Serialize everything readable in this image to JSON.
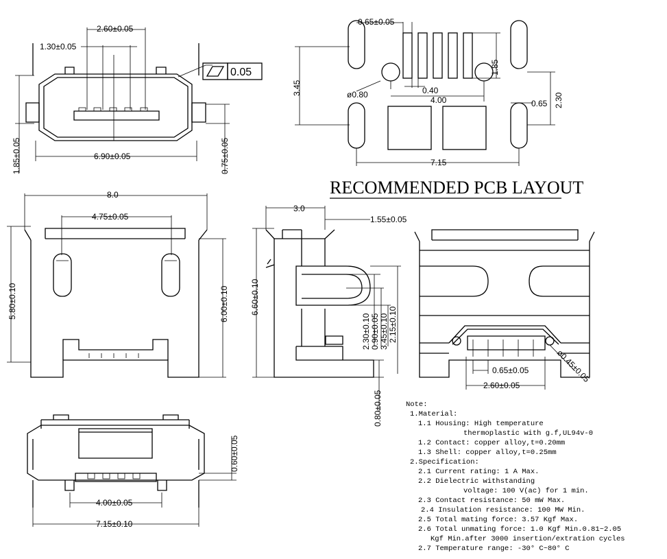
{
  "title": "RECOMMENDED PCB LAYOUT",
  "dimensions": {
    "top_view": {
      "pitch_total": "2.60±0.05",
      "pitch": "1.30±0.05",
      "flatness": "0.05",
      "width": "6.90±0.05",
      "left_height": "1.85±0.05",
      "right_height": "0.75±0.05"
    },
    "pcb": {
      "pad_width": "0.65±0.05",
      "pad_length": "1.85",
      "height": "3.45",
      "hole_dia": "ø0.80",
      "pad_pitch": "0.40",
      "pad_span": "4.00",
      "slot_width": "0.65",
      "slot_height": "2.30",
      "overall": "7.15"
    },
    "front_view": {
      "width": "8.0",
      "peg_spacing": "4.75±0.05",
      "left_height": "5.80±0.10",
      "right_height": "6.00±0.10"
    },
    "side_view": {
      "depth": "3.0",
      "offset": "1.55±0.05",
      "height": "6.60±0.10",
      "d1": "2.30±0.10",
      "d2": "0.90±0.05",
      "d3": "3.45±0.10",
      "d4": "2.15±0.10",
      "d5": "0.80±0.05"
    },
    "back_view": {
      "pin_pitch": "0.65±0.05",
      "pin_span": "2.60±0.05",
      "hole": "ø0.45±0.05"
    },
    "bottom_view": {
      "height": "0.60±0.05",
      "span": "4.00±0.05",
      "width": "7.15±0.10"
    }
  },
  "notes": [
    "Note:",
    "1.Material:",
    "1.1 Housing: High temperature",
    "thermoplastic with g.f,UL94v-0",
    "1.2 Contact: copper alloy,t=0.20mm",
    "1.3 Shell: copper alloy,t=0.25mm",
    "2.Specification:",
    "2.1 Current rating: 1 A Max.",
    "2.2 Dielectric withstanding",
    "voltage: 100 V(ac) for 1 min.",
    "2.3 Contact resistance: 50 mW Max.",
    "2.4 Insulation resistance: 100 MW Min.",
    "2.5 Total mating force: 3.57 Kgf Max.",
    "2.6 Total unmating force: 1.0 Kgf Min.0.81~2.05",
    "Kgf Min.after 3000 insertion/extration cycles",
    "2.7 Temperature range: -30° C~80° C"
  ]
}
